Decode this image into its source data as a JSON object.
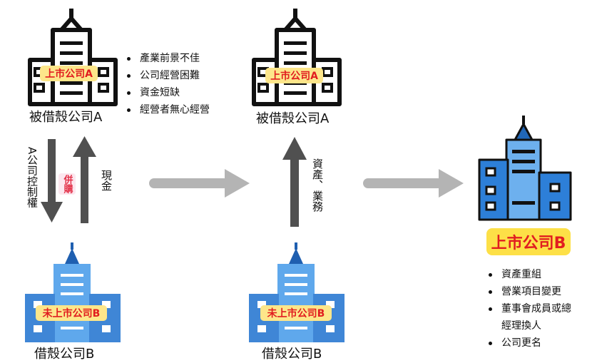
{
  "colors": {
    "arrow_dark": "#505050",
    "arrow_light": "#b4b4b4",
    "blue": "#3b8fe0",
    "yellow": "#fde047",
    "red_text": "#e11d20"
  },
  "shell_a": {
    "badge": "上市公司A",
    "caption": "被借殼公司A",
    "points": [
      "產業前景不佳",
      "公司經營困難",
      "資金短缺",
      "經營者無心經營"
    ]
  },
  "shell_a_after": {
    "badge": "上市公司A",
    "caption": "被借殼公司A"
  },
  "backdoor_b": {
    "badge": "未上市公司B",
    "caption": "借殼公司B"
  },
  "backdoor_b_after": {
    "badge": "未上市公司B",
    "caption": "借殼公司B"
  },
  "flows": {
    "control": "A公司控制權",
    "cash": "現金",
    "merger": "併購",
    "assets": "資產、業務"
  },
  "result": {
    "badge": "上市公司B",
    "points": [
      "資產重組",
      "營業項目變更",
      "董事會成員或總",
      "經理換人",
      "公司更名"
    ]
  }
}
